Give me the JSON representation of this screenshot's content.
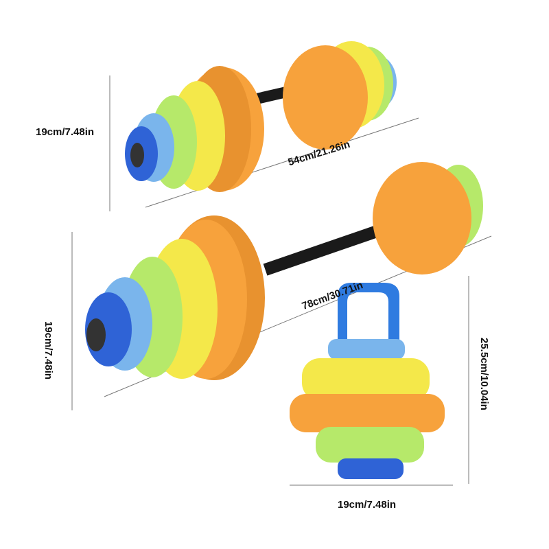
{
  "dimensions": {
    "small_barbell_height": "19cm/7.48in",
    "small_barbell_length": "54cm/21.26in",
    "large_barbell_height": "19cm/7.48in",
    "large_barbell_length": "78cm/30.71in",
    "kettlebell_height": "25.5cm/10.04in",
    "kettlebell_width": "19cm/7.48in"
  },
  "colors": {
    "orange": "#f7a23c",
    "yellow": "#f4e84a",
    "lime": "#b6e96a",
    "light_blue": "#7ab5ec",
    "blue": "#2f63d6",
    "bar": "#1a1a1a"
  }
}
